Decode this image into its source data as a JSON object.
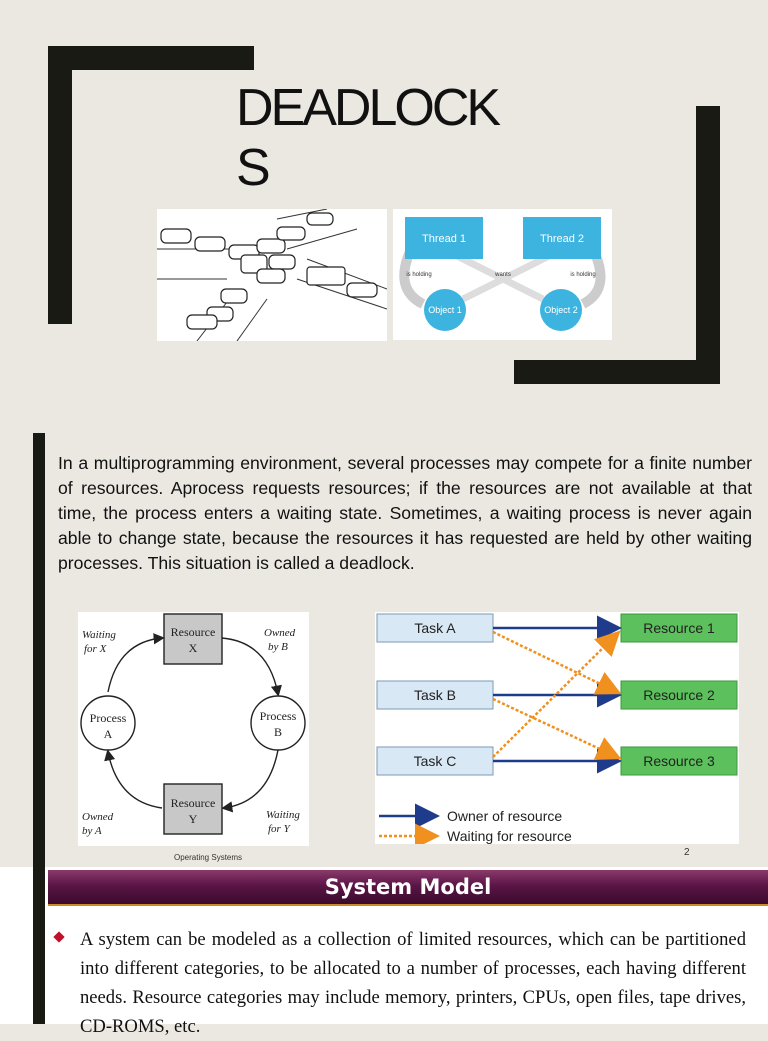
{
  "slide1": {
    "title_line1": "DEADLOCK",
    "title_line2": "S",
    "traffic_image_alt": "traffic-gridlock-drawing",
    "thread_diagram": {
      "thread1": "Thread 1",
      "thread2": "Thread 2",
      "object1": "Object 1",
      "object2": "Object 2",
      "is_holding": "is holding",
      "wants": "wants"
    }
  },
  "slide2": {
    "paragraph": "In a multiprogramming environment, several processes may compete for a finite number of resources. Aprocess requests resources; if the resources are  not available at that time, the process enters a waiting state. Sometimes, a waiting process is never again able to change state, because the resources it has requested are held by other waiting processes. This situation is called a deadlock.",
    "cycle_diagram": {
      "resource_x_line1": "Resource",
      "resource_x_line2": "X",
      "resource_y_line1": "Resource",
      "resource_y_line2": "Y",
      "process_a_line1": "Process",
      "process_a_line2": "A",
      "process_b_line1": "Process",
      "process_b_line2": "B",
      "waiting_x_line1": "Waiting",
      "waiting_x_line2": "for X",
      "owned_b_line1": "Owned",
      "owned_b_line2": "by B",
      "owned_a_line1": "Owned",
      "owned_a_line2": "by A",
      "waiting_y_line1": "Waiting",
      "waiting_y_line2": "for Y"
    },
    "task_diagram": {
      "task_a": "Task A",
      "task_b": "Task B",
      "task_c": "Task C",
      "resource_1": "Resource 1",
      "resource_2": "Resource 2",
      "resource_3": "Resource 3",
      "legend_owner": "Owner of resource",
      "legend_waiting": "Waiting for resource"
    },
    "footer": "Operating Systems",
    "page_number": "2"
  },
  "slide3": {
    "title": "System Model",
    "bullet": "A system can be modeled as a collection of limited resources, which can be partitioned into different categories, to be allocated to a number of processes, each having different needs. Resource categories may include memory, printers, CPUs, open files, tape drives, CD-ROMS, etc."
  },
  "colors": {
    "background": "#ebe8e1",
    "bracket": "#1a1a14",
    "thread_box": "#3db4e0",
    "owner_arrow": "#1f3c8c",
    "waiting_arrow": "#f0901e",
    "resource_box": "#5cc05c",
    "banner": "#5b1547",
    "bullet": "#c0102a"
  }
}
